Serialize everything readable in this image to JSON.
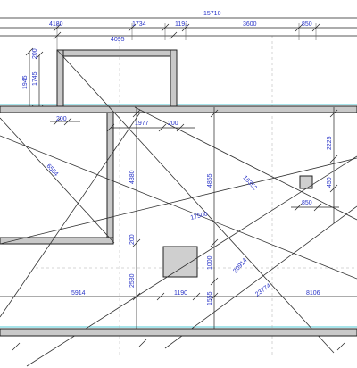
{
  "colors": {
    "dimension_text": "#2a35c8",
    "wall_fill": "#c9c9c9",
    "outline": "#222222",
    "reference_line": "#4fc9d6"
  },
  "dimensions": {
    "overall_width": "15710",
    "top_seg_1": "4180",
    "top_seg_2": "1734",
    "top_seg_3": "1191",
    "top_seg_4": "3600",
    "top_seg_5": "850",
    "recess_width": "4095",
    "left_height_outer": "1945",
    "left_height_inner": "1745",
    "left_small_a": "200",
    "left_small_b": "200",
    "room_gap": "1977",
    "room_small": "200",
    "diagonal_left": "6554",
    "height_center": "4380",
    "height_right": "4855",
    "diagonal_long": "16352",
    "diagonal_cross": "17500",
    "right_height": "2225",
    "right_small_a": "850",
    "right_small_b": "450",
    "lower_small": "200",
    "opening_height": "1000",
    "diagonal_lower": "20914",
    "diagonal_bottom": "23774",
    "bottom_height": "2530",
    "bottom_small": "1555",
    "bottom_seg_1": "5914",
    "bottom_seg_2": "1190",
    "bottom_seg_3": "8106"
  }
}
